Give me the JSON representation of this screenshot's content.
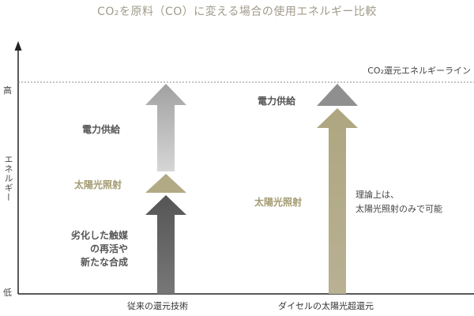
{
  "title": "CO₂を原料（CO）に変える場合の使用エネルギー比較",
  "axis": {
    "high_label": "高",
    "low_label": "低",
    "name": "エネルギー"
  },
  "threshold_line": {
    "label": "CO₂還元エネルギーライン"
  },
  "columns": [
    {
      "label": "従来の還元技術",
      "steps": [
        {
          "label": "劣化した触媒\nの再活や\n新たな合成",
          "color": "#5b5b5b"
        },
        {
          "label": "太陽光照射",
          "color": "#b1aa85"
        },
        {
          "label": "電力供給",
          "color": "#a7a7a7"
        }
      ]
    },
    {
      "label": "ダイセルの太陽光超還元",
      "steps": [
        {
          "label": "太陽光照射",
          "color": "#b1aa85"
        },
        {
          "label": "電力供給",
          "color": "#8f8f8f"
        }
      ],
      "note": "理論上は、\n太陽光照射のみで可能"
    }
  ],
  "colors": {
    "title": "#a09a8a",
    "solar_text": "#a39a6f",
    "dashed_line": "#888888",
    "axis": "#222222"
  }
}
